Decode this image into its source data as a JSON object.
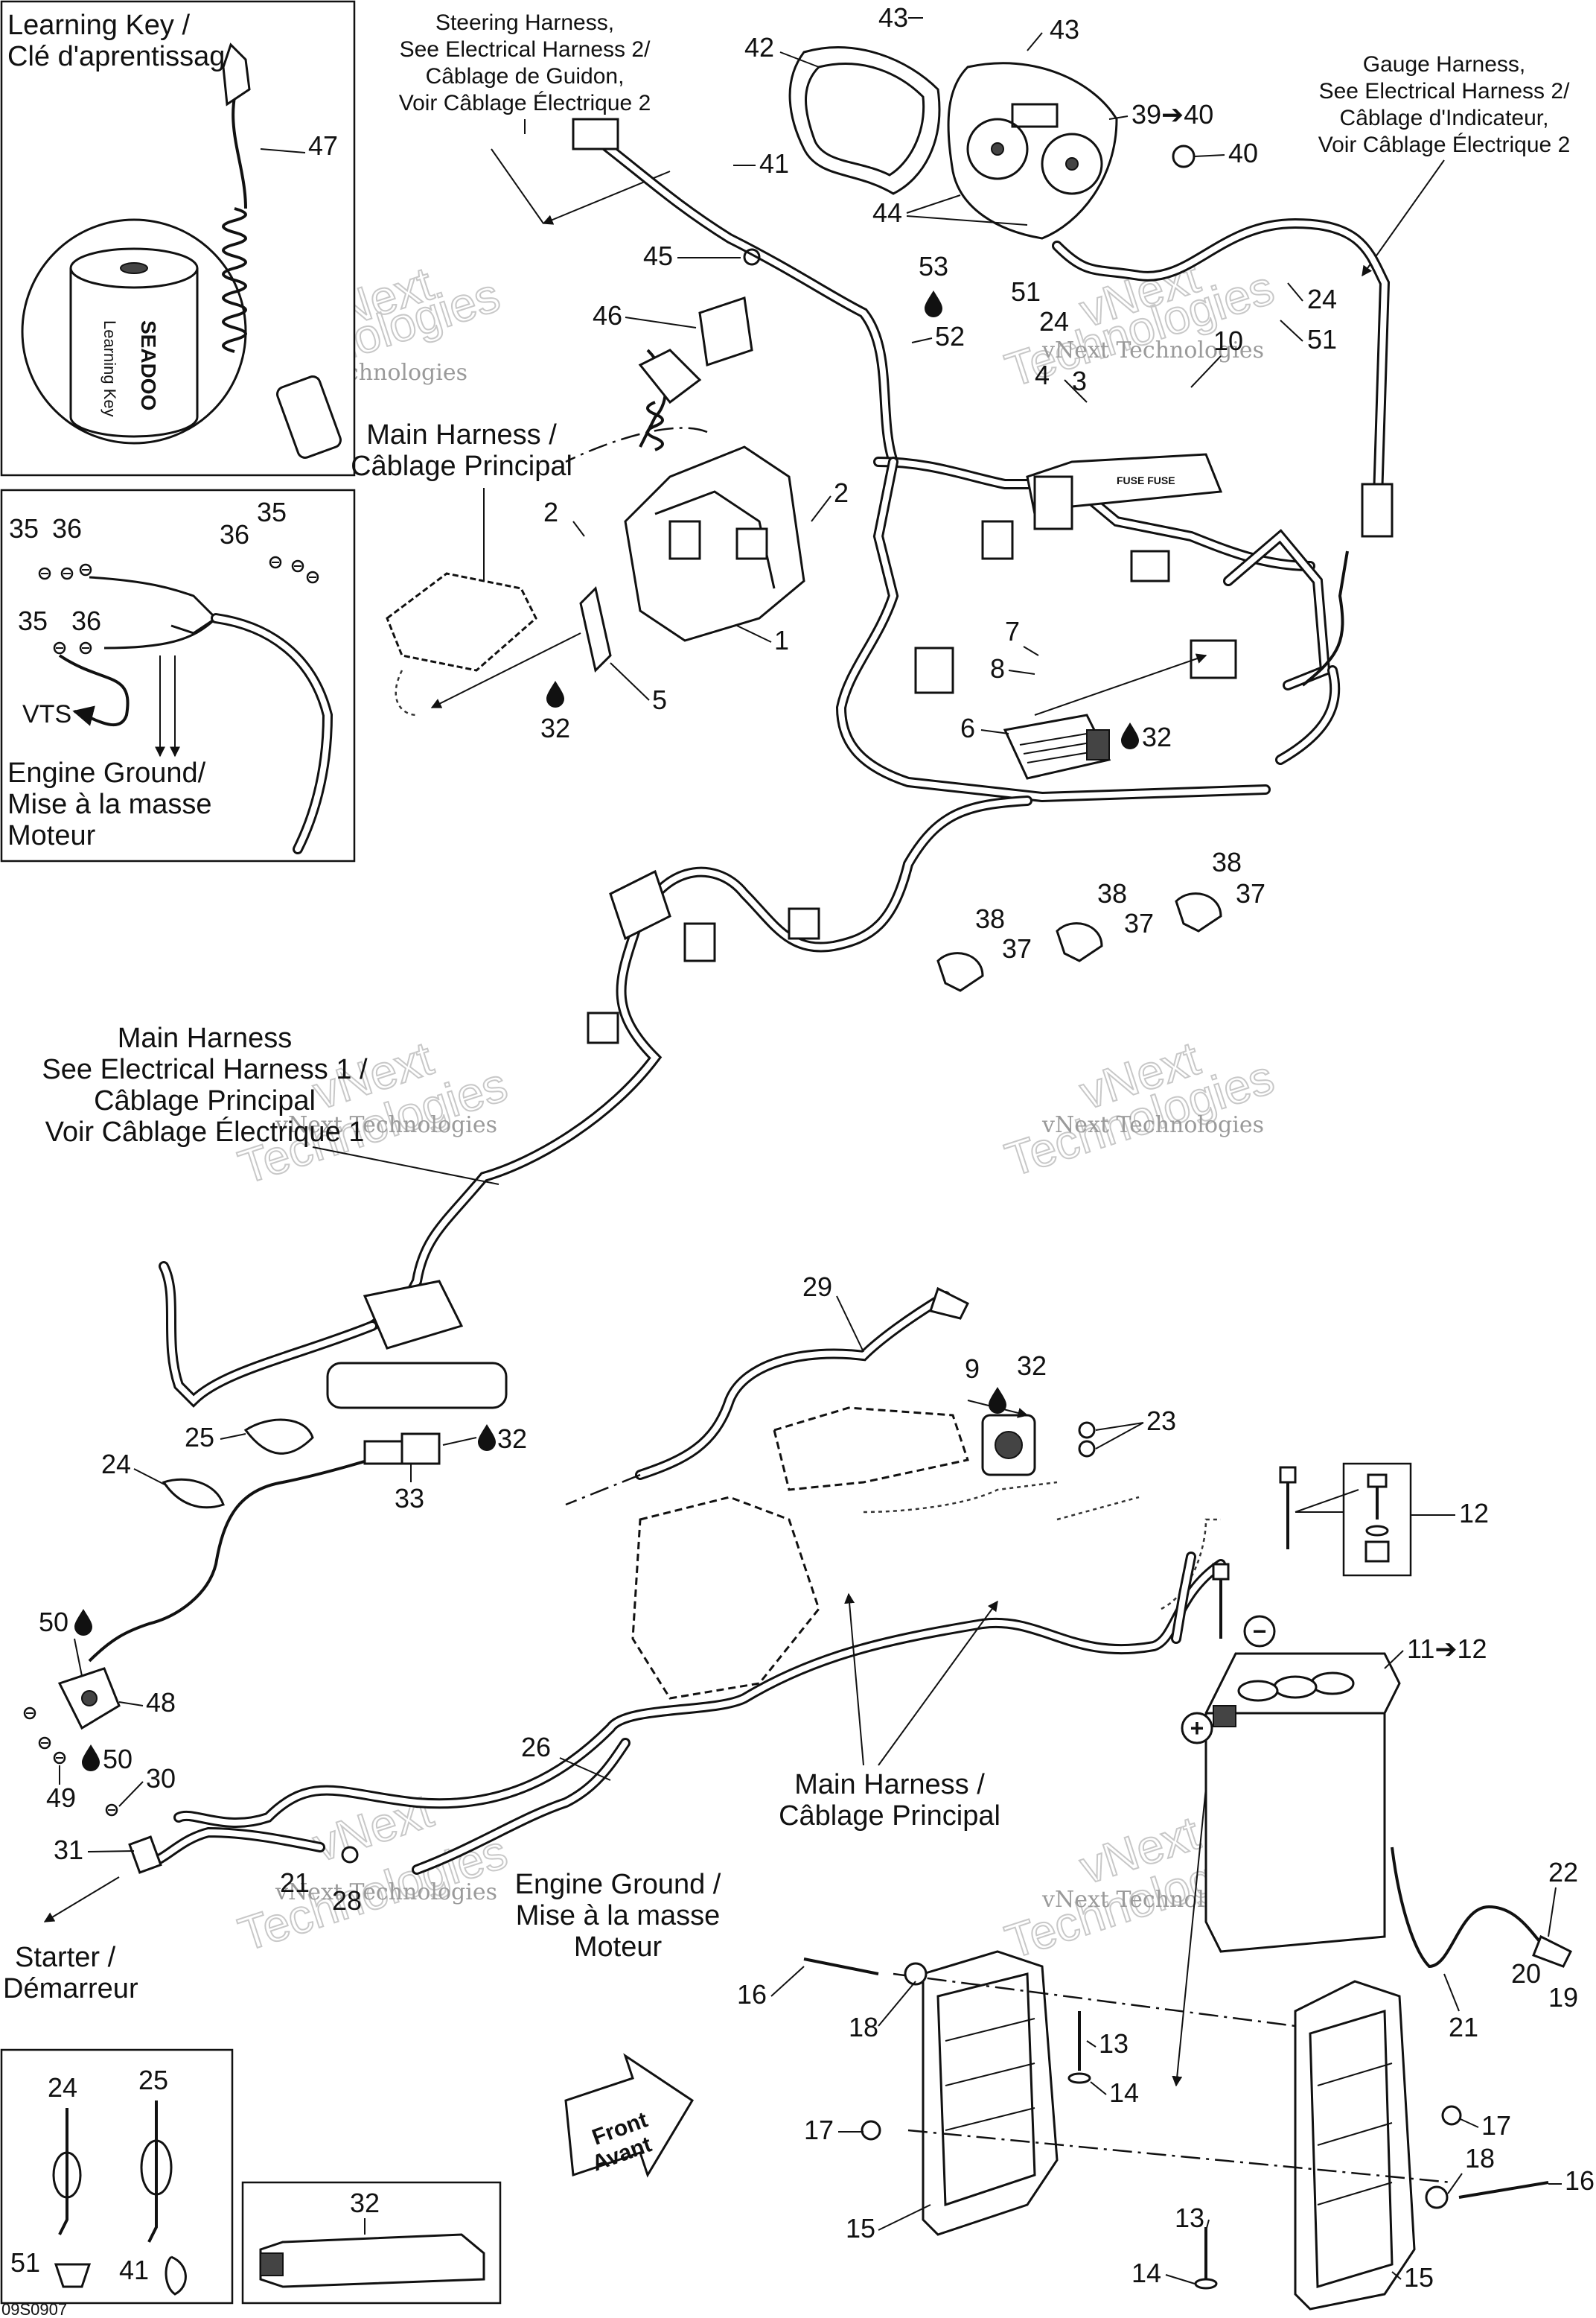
{
  "diagram_code": "09S0907",
  "titles": {
    "learning_key": [
      "Learning Key /",
      "Clé d'aprentissage"
    ],
    "steering_harness": [
      "Steering Harness,",
      "See Electrical Harness 2/",
      "Câblage de Guidon,",
      "Voir Câblage Électrique 2"
    ],
    "gauge_harness": [
      "Gauge Harness,",
      "See Electrical Harness 2/",
      "Câblage d'Indicateur,",
      "Voir Câblage Électrique 2"
    ],
    "main_harness_top": [
      "Main Harness /",
      "Câblage Principal"
    ],
    "engine_ground_inset": [
      "Engine Ground/",
      "Mise à la masse",
      "Moteur"
    ],
    "vts": "VTS",
    "main_harness_mid": [
      "Main Harness",
      "See Electrical Harness 1 /",
      "Câblage Principal",
      "Voir Câblage Électrique 1"
    ],
    "main_harness_bottom": [
      "Main Harness /",
      "Câblage Principal"
    ],
    "engine_ground_bottom": [
      "Engine Ground /",
      "Mise à la masse",
      "Moteur"
    ],
    "starter": [
      "Starter /",
      "Démarreur"
    ],
    "front": [
      "Front",
      "Avant"
    ]
  },
  "key_print": {
    "brand": "SEADOO",
    "caption": "Learning Key"
  },
  "watermark": {
    "small": "vNext Technologies",
    "large_a": "vNext",
    "large_b": "Technologies"
  },
  "polarity": {
    "plus": "+",
    "minus": "−"
  },
  "part_numbers": {
    "p1": "1",
    "p2a": "2",
    "p2b": "2",
    "p3": "3",
    "p4": "4",
    "p5": "5",
    "p6": "6",
    "p7": "7",
    "p8": "8",
    "p9": "9",
    "p10": "10",
    "p11": "11➔12",
    "p12": "12",
    "p13a": "13",
    "p13b": "13",
    "p14a": "14",
    "p14b": "14",
    "p15a": "15",
    "p15b": "15",
    "p16a": "16",
    "p16b": "16",
    "p17a": "17",
    "p17b": "17",
    "p18a": "18",
    "p18b": "18",
    "p19": "19",
    "p20": "20",
    "p21a": "21",
    "p21b": "21",
    "p22": "22",
    "p23": "23",
    "p24a": "24",
    "p24b": "24",
    "p24c": "24",
    "p24d": "24",
    "p25a": "25",
    "p25b": "25",
    "p26": "26",
    "p28": "28",
    "p29": "29",
    "p30": "30",
    "p31": "31",
    "p32a": "32",
    "p32b": "32",
    "p32c": "32",
    "p32d": "32",
    "p32e": "32",
    "p33": "33",
    "p35a": "35",
    "p35b": "35",
    "p35c": "35",
    "p36a": "36",
    "p36b": "36",
    "p36c": "36",
    "p37a": "37",
    "p37b": "37",
    "p37c": "37",
    "p38a": "38",
    "p38b": "38",
    "p38c": "38",
    "p39": "39➔40",
    "p40": "40",
    "p41a": "41",
    "p41b": "41",
    "p42": "42",
    "p43a": "43",
    "p43b": "43",
    "p44": "44",
    "p45": "45",
    "p46": "46",
    "p47": "47",
    "p48": "48",
    "p49": "49",
    "p50a": "50",
    "p50b": "50",
    "p51a": "51",
    "p51b": "51",
    "p51c": "51",
    "p52": "52",
    "p53": "53"
  }
}
